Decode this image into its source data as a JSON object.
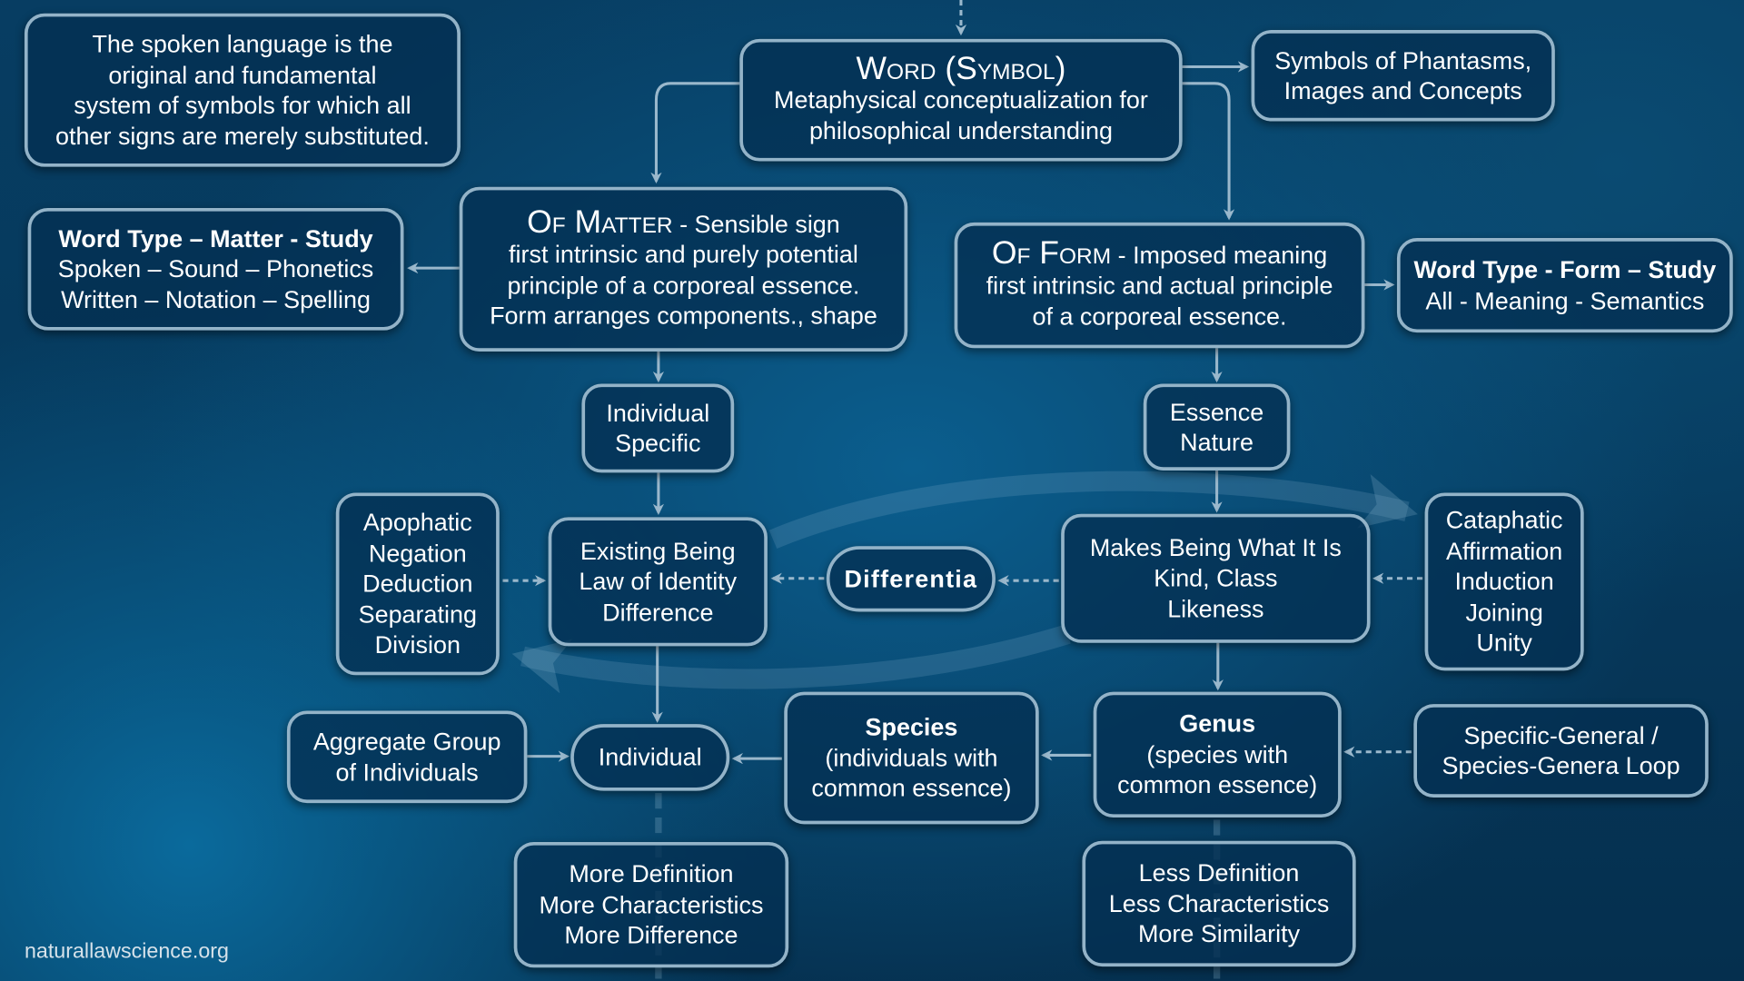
{
  "intro": [
    "The spoken language is the",
    "original and fundamental",
    "system of symbols for which all",
    "other signs are merely substituted."
  ],
  "word": {
    "title": "Word (Symbol)",
    "lines": [
      "Metaphysical conceptualization for",
      "philosophical understanding"
    ]
  },
  "phantasms": [
    "Symbols of Phantasms,",
    "Images and Concepts"
  ],
  "matter": {
    "title": "Of Matter",
    "subtitle": " - Sensible sign",
    "lines": [
      "first intrinsic and purely potential",
      "principle of a corporeal essence.",
      "Form arranges components., shape"
    ]
  },
  "word_type_matter": {
    "title": "Word Type – Matter - Study",
    "lines": [
      "Spoken – Sound – Phonetics",
      "Written – Notation – Spelling"
    ]
  },
  "form": {
    "title": "Of Form",
    "subtitle": " - Imposed meaning",
    "lines": [
      "first intrinsic and actual principle",
      "of a corporeal essence."
    ]
  },
  "word_type_form": {
    "title": "Word Type - Form – Study",
    "lines": [
      "All - Meaning - Semantics"
    ]
  },
  "individual_specific": [
    "Individual",
    "Specific"
  ],
  "essence_nature": [
    "Essence",
    "Nature"
  ],
  "apophatic": [
    "Apophatic",
    "Negation",
    "Deduction",
    "Separating",
    "Division"
  ],
  "existing_being": [
    "Existing Being",
    "Law of Identity",
    "Difference"
  ],
  "differentia": "Differentia",
  "makes_being": [
    "Makes Being What It Is",
    "Kind, Class",
    "Likeness"
  ],
  "cataphatic": [
    "Cataphatic",
    "Affirmation",
    "Induction",
    "Joining",
    "Unity"
  ],
  "aggregate": [
    "Aggregate Group",
    "of Individuals"
  ],
  "individual": "Individual",
  "species": {
    "title": "Species",
    "lines": [
      "(individuals with",
      "common essence)"
    ]
  },
  "genus": {
    "title": "Genus",
    "lines": [
      "(species with",
      "common essence)"
    ]
  },
  "specific_general": [
    "Specific-General /",
    "Species-Genera Loop"
  ],
  "more_definition": [
    "More Definition",
    "More Characteristics",
    "More Difference"
  ],
  "less_definition": [
    "Less Definition",
    "Less Characteristics",
    "More Similarity"
  ],
  "footer": "naturallawscience.org"
}
